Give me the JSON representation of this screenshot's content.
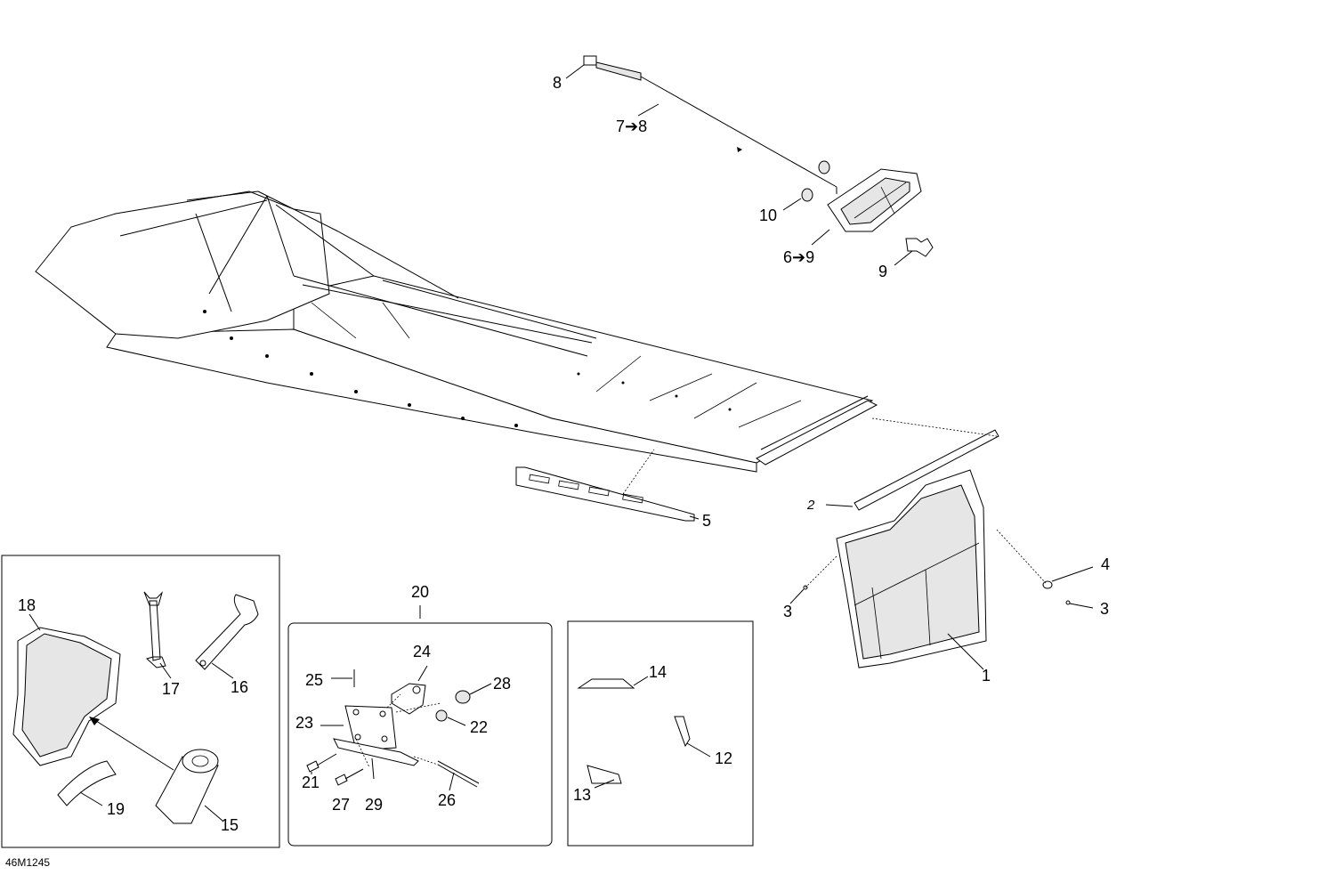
{
  "diagram_code": "46M1245",
  "callouts": {
    "c1": "1",
    "c2": "2",
    "c3a": "3",
    "c3b": "3",
    "c4": "4",
    "c5": "5",
    "c6": "6➔9",
    "c7": "7➔8",
    "c8": "8",
    "c9": "9",
    "c10": "10",
    "c12": "12",
    "c13": "13",
    "c14": "14",
    "c15": "15",
    "c16": "16",
    "c17": "17",
    "c18": "18",
    "c19": "19",
    "c20": "20",
    "c21": "21",
    "c22": "22",
    "c23": "23",
    "c24": "24",
    "c25": "25",
    "c26": "26",
    "c27": "27",
    "c28": "28",
    "c29": "29"
  }
}
